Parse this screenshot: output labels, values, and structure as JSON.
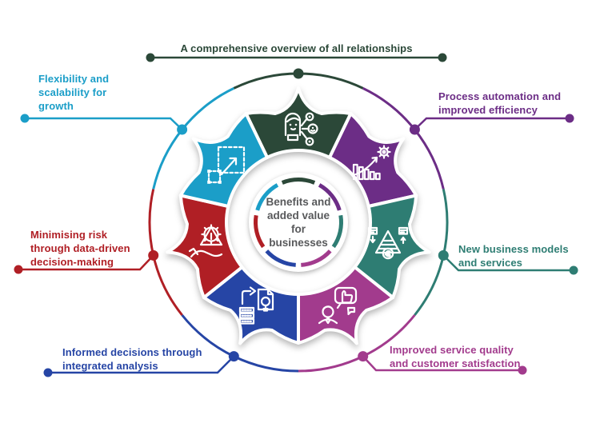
{
  "background": "#ffffff",
  "center": {
    "lines": [
      "Benefits and",
      "added value",
      "for",
      "businesses"
    ],
    "text_color": "#58595b"
  },
  "segments": [
    {
      "id": "overview",
      "label_lines": [
        "A comprehensive overview of all relationships"
      ],
      "color": "#2B4838",
      "icon": "people-network-icon"
    },
    {
      "id": "automation",
      "label_lines": [
        "Process automation and",
        "improved efficiency"
      ],
      "color": "#6C2D86",
      "icon": "bar-chart-gear-icon"
    },
    {
      "id": "business-models",
      "label_lines": [
        "New business models",
        "and services"
      ],
      "color": "#2E7D73",
      "icon": "pyramid-euro-icon"
    },
    {
      "id": "service-quality",
      "label_lines": [
        "Improved service quality",
        "and customer satisfaction"
      ],
      "color": "#A23B8D",
      "icon": "customer-thumbs-up-icon"
    },
    {
      "id": "informed-decisions",
      "label_lines": [
        "Informed decisions through",
        "integrated analysis"
      ],
      "color": "#2645A5",
      "icon": "data-document-bulb-icon"
    },
    {
      "id": "risk",
      "label_lines": [
        "Minimising risk",
        "through data-driven",
        "decision-making"
      ],
      "color": "#B01F25",
      "icon": "hand-gear-warning-icon"
    },
    {
      "id": "flexibility",
      "label_lines": [
        "Flexibility and",
        "scalability for",
        "growth"
      ],
      "color": "#1B9EC8",
      "icon": "scalability-arrow-icon"
    }
  ]
}
